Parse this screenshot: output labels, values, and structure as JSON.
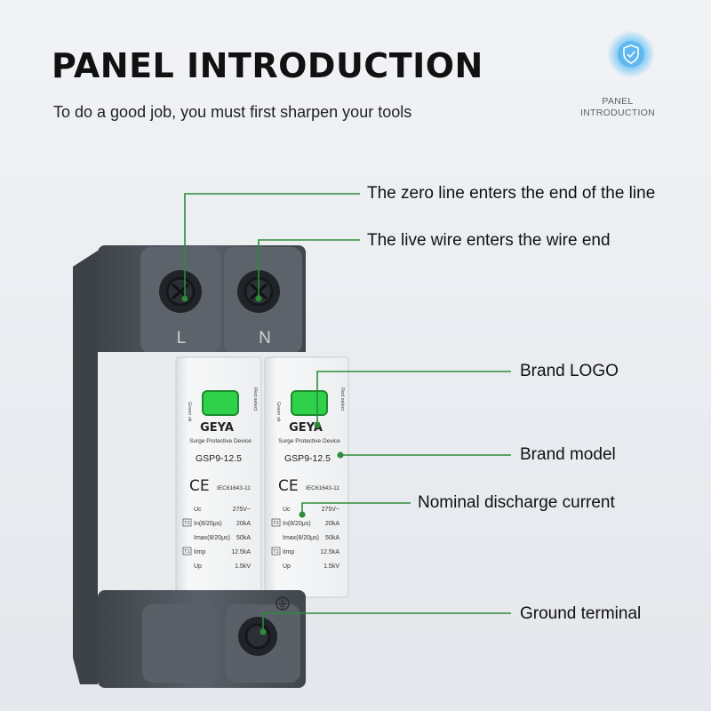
{
  "header": {
    "title": "PANEL INTRODUCTION",
    "subtitle": "To do a good job, you must first sharpen your tools",
    "badge_text_line1": "PANEL",
    "badge_text_line2": "INTRODUCTION"
  },
  "callouts": {
    "zero_line": "The zero line enters the end of the line",
    "live_wire": "The live wire enters the wire end",
    "brand_logo": "Brand LOGO",
    "brand_model": "Brand model",
    "nominal_discharge": "Nominal discharge current",
    "ground_terminal": "Ground terminal"
  },
  "device": {
    "terminal_left_label": "L",
    "terminal_right_label": "N",
    "brand": "GEYA",
    "product_type": "Surge Protective Device",
    "model": "GSP9-12.5",
    "ce_mark": "CE",
    "standard": "IEC61643-11",
    "side_left": "Green ok",
    "side_right": "Red select",
    "specs": [
      {
        "tag": "",
        "label": "Uc",
        "value": "275V~"
      },
      {
        "tag": "T2",
        "label": "In(8/20μs)",
        "value": "20kA"
      },
      {
        "tag": "",
        "label": "Imax(8/20μs)",
        "value": "50kA"
      },
      {
        "tag": "T1",
        "label": "Iimp",
        "value": "12.5kA"
      },
      {
        "tag": "",
        "label": "Up",
        "value": "1.5kV"
      }
    ]
  },
  "colors": {
    "accent_green": "#2e8b3a",
    "indicator_green": "#2fd14a",
    "housing_gray": "#4f555d",
    "badge_blue": "#5fb8f0"
  },
  "icons": {
    "badge": "shield-check-icon",
    "ground": "ground-icon"
  }
}
